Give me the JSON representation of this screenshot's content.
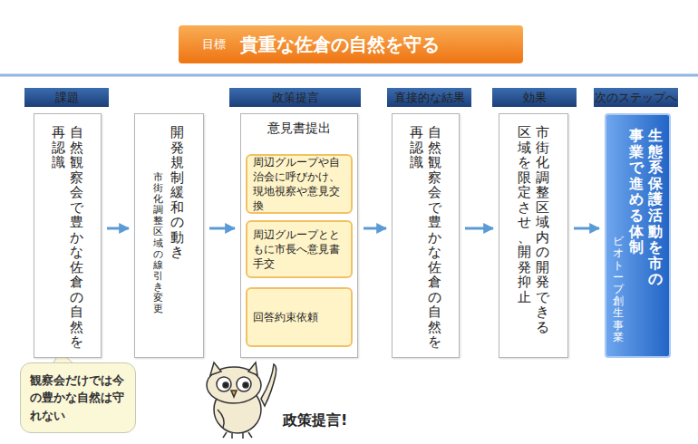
{
  "diagram": {
    "nodes": [
      {
        "text": [
          "目標",
          "貴重な佐倉の自然を守る"
        ]
      },
      {
        "text": [
          "課題"
        ]
      },
      {
        "text": [
          "政策提言"
        ]
      },
      {
        "text": [
          "直接的な結果"
        ]
      },
      {
        "text": [
          "効果"
        ]
      },
      {
        "text": [
          "次のステップへ"
        ]
      },
      {
        "text": [
          "自然観察会で豊かな佐倉の自然を再認識"
        ]
      },
      {
        "text": [
          "開発規制緩和の動き",
          "市街化調整区域の線引き変更"
        ]
      },
      {
        "text": [
          "意見書提出"
        ]
      },
      {
        "text": [
          "周辺グループや自治会に呼びかけ、現地視察や意見交換"
        ],
        "in": 8
      },
      {
        "text": [
          "周辺グループとともに市長へ意見書手交"
        ],
        "in": 8
      },
      {
        "text": [
          "回答約束依頼"
        ],
        "in": 8
      },
      {
        "text": [
          "自然観察会で豊かな佐倉の自然を再認識"
        ]
      },
      {
        "text": [
          "市街化調整区域内の開発できる区域を限定させ、開発抑止"
        ]
      },
      {
        "text": [
          "生態系保護活動を市の事業で進める体制",
          "ビオトープ創生事業"
        ]
      },
      {
        "text": [
          "観察会だけでは今の豊かな自然は守れない"
        ]
      }
    ],
    "edges": [
      {
        "from": 6,
        "to": 7,
        "arrow": "to"
      },
      {
        "from": 7,
        "to": 8,
        "arrow": "to"
      },
      {
        "from": 8,
        "to": 12,
        "arrow": "to"
      },
      {
        "from": 12,
        "to": 13,
        "arrow": "to"
      },
      {
        "from": 13,
        "to": 14,
        "arrow": "to"
      }
    ],
    "labels": [
      "政策提言!"
    ]
  }
}
